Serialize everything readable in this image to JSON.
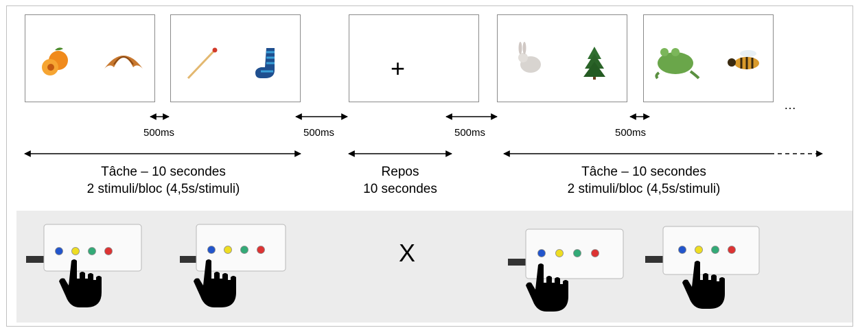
{
  "interval_label": "500ms",
  "fixation_symbol": "+",
  "ellipsis": "…",
  "no_response_symbol": "X",
  "task_block_left": {
    "line1": "Tâche – 10 secondes",
    "line2": "2 stimuli/bloc (4,5s/stimuli)"
  },
  "rest_block": {
    "line1": "Repos",
    "line2": "10 secondes"
  },
  "task_block_right": {
    "line1": "Tâche – 10 secondes",
    "line2": "2 stimuli/bloc (4,5s/stimuli)"
  },
  "stimuli": [
    [
      "apricot-image",
      "croissant-image"
    ],
    [
      "match-image",
      "sock-image"
    ],
    [
      "rabbit-image",
      "fir-tree-image"
    ],
    [
      "frog-image",
      "bee-image"
    ]
  ],
  "button_colors": [
    "#2255cc",
    "#eedd22",
    "#33aa77",
    "#dd3333"
  ],
  "panel_color": "#ececec"
}
